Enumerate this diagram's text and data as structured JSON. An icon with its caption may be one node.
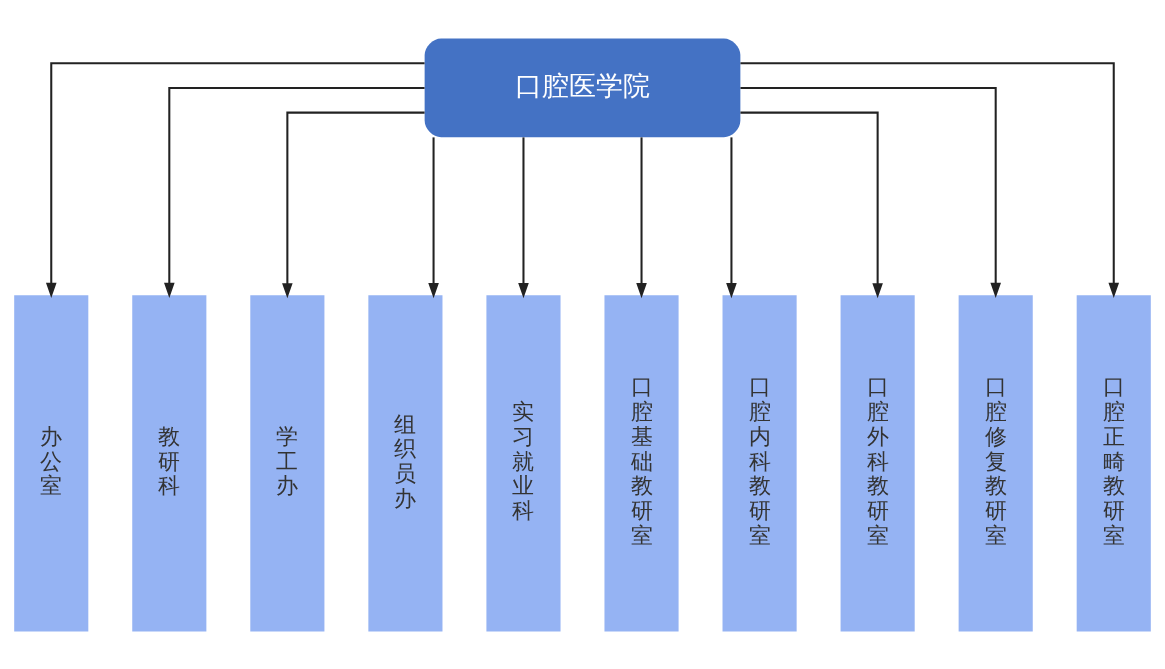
{
  "diagram": {
    "nodes": [
      {
        "text": [
          "口腔医学院"
        ]
      },
      {
        "text": [
          "办公室"
        ]
      },
      {
        "text": [
          "教研科"
        ]
      },
      {
        "text": [
          "学工办"
        ]
      },
      {
        "text": [
          "组织员办"
        ]
      },
      {
        "text": [
          "实习就业科"
        ]
      },
      {
        "text": [
          "口腔基础教研室"
        ]
      },
      {
        "text": [
          "口腔内科教研室"
        ]
      },
      {
        "text": [
          "口腔外科教研室"
        ]
      },
      {
        "text": [
          "口腔修复教研室"
        ]
      },
      {
        "text": [
          "口腔正畸教研室"
        ]
      }
    ],
    "edges": [
      {
        "from": 0,
        "to": 1,
        "arrow": "to"
      },
      {
        "from": 0,
        "to": 2,
        "arrow": "to"
      },
      {
        "from": 0,
        "to": 3,
        "arrow": "to"
      },
      {
        "from": 0,
        "to": 4,
        "arrow": "to"
      },
      {
        "from": 0,
        "to": 5,
        "arrow": "to"
      },
      {
        "from": 0,
        "to": 6,
        "arrow": "to"
      },
      {
        "from": 0,
        "to": 7,
        "arrow": "to"
      },
      {
        "from": 0,
        "to": 8,
        "arrow": "to"
      },
      {
        "from": 0,
        "to": 9,
        "arrow": "to"
      },
      {
        "from": 0,
        "to": 10,
        "arrow": "to"
      }
    ]
  }
}
